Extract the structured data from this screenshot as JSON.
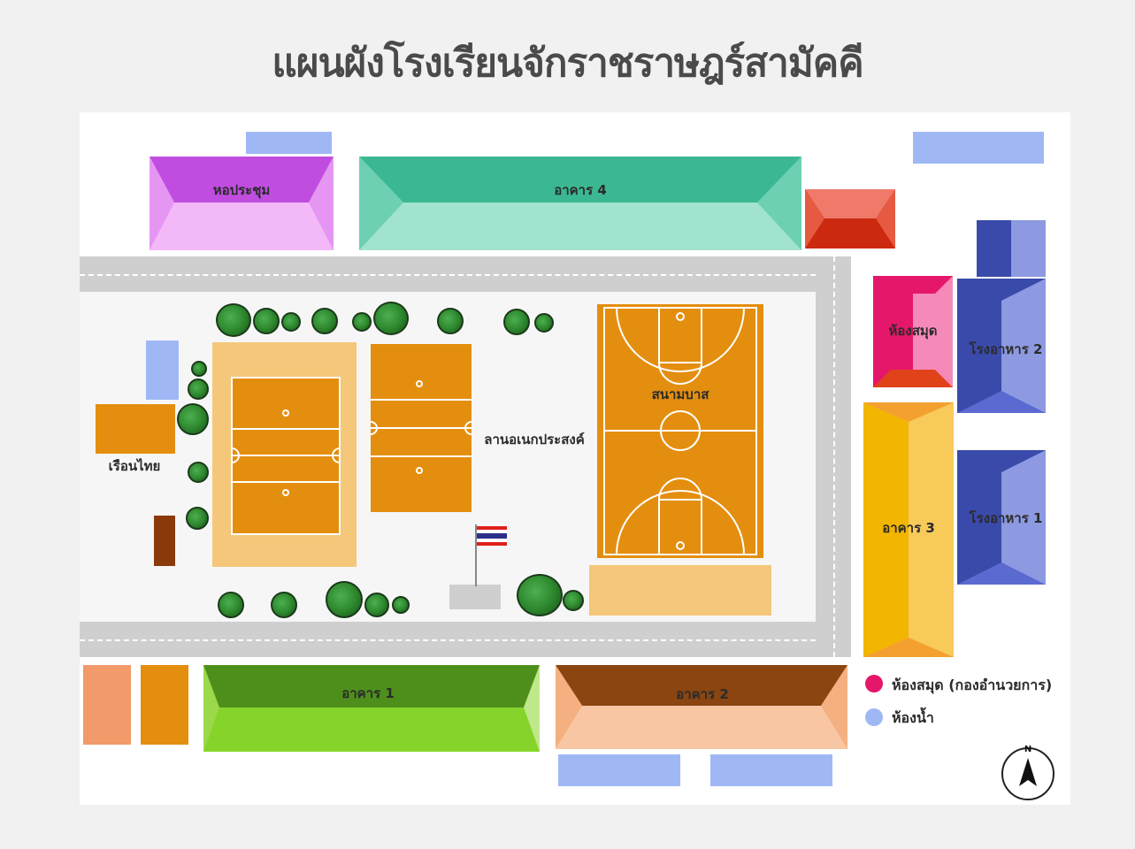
{
  "title": "แผนผังโรงเรียนจักราชราษฎร์สามัคคี",
  "buildings": {
    "hall": "หอประชุม",
    "building4": "อาคาร 4",
    "building3": "อาคาร 3",
    "building1": "อาคาร 1",
    "building2": "อาคาร 2",
    "library": "ห้องสมุด",
    "canteen2": "โรงอาหาร 2",
    "canteen1": "โรงอาหาร 1",
    "thai_house": "เรือนไทย"
  },
  "areas": {
    "basketball": "สนามบาส",
    "multipurpose": "ลานอเนกประสงค์"
  },
  "legend": {
    "library_label": "ห้องสมุด (กองอำนวยการ)",
    "library_color": "#e5176a",
    "toilet_label": "ห้องน้ำ",
    "toilet_color": "#9fb8f5"
  },
  "compass": {
    "label": "N"
  },
  "colors": {
    "hall": "#d25ce8",
    "building4": "#3bb893",
    "building1": "#66b421",
    "building2": "#8a4510",
    "building3": "#f2b500",
    "library": "#e5176a",
    "canteen": "#3a4aaa",
    "court": "#e48e0f",
    "toilet": "#9fb8f5"
  }
}
